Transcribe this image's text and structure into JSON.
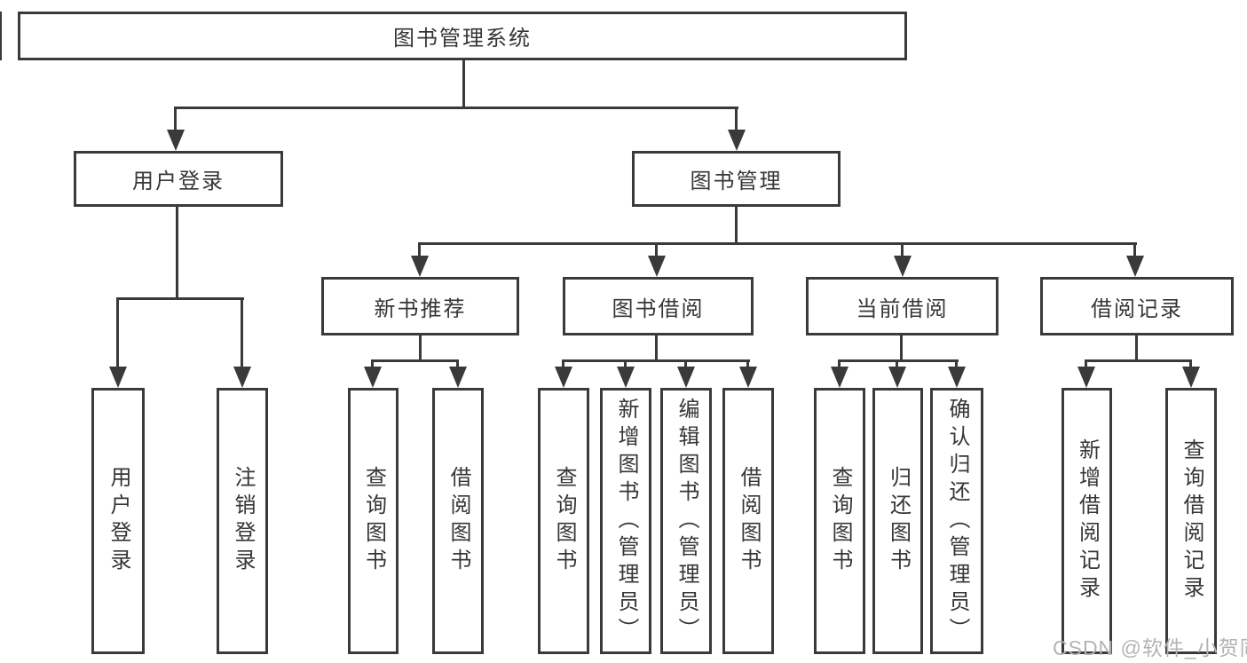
{
  "diagram": {
    "watermark": "CSDN @软件_小贺同学",
    "colors": {
      "line": "#3a3a3a",
      "text": "#363636",
      "background": "#ffffff",
      "watermark": "#b3b3b3"
    },
    "root": {
      "label": "图书管理系统",
      "children": [
        {
          "label": "用户登录",
          "children": [
            {
              "label": "用户登录"
            },
            {
              "label": "注销登录"
            }
          ]
        },
        {
          "label": "图书管理",
          "children": [
            {
              "label": "新书推荐",
              "children": [
                {
                  "label": "查询图书"
                },
                {
                  "label": "借阅图书"
                }
              ]
            },
            {
              "label": "图书借阅",
              "children": [
                {
                  "label": "查询图书"
                },
                {
                  "label": "新增图书（管理员）"
                },
                {
                  "label": "编辑图书（管理员）"
                },
                {
                  "label": "借阅图书"
                }
              ]
            },
            {
              "label": "当前借阅",
              "children": [
                {
                  "label": "查询图书"
                },
                {
                  "label": "归还图书"
                },
                {
                  "label": "确认归还（管理员）"
                }
              ]
            },
            {
              "label": "借阅记录",
              "children": [
                {
                  "label": "新增借阅记录"
                },
                {
                  "label": "查询借阅记录"
                }
              ]
            }
          ]
        }
      ]
    }
  }
}
